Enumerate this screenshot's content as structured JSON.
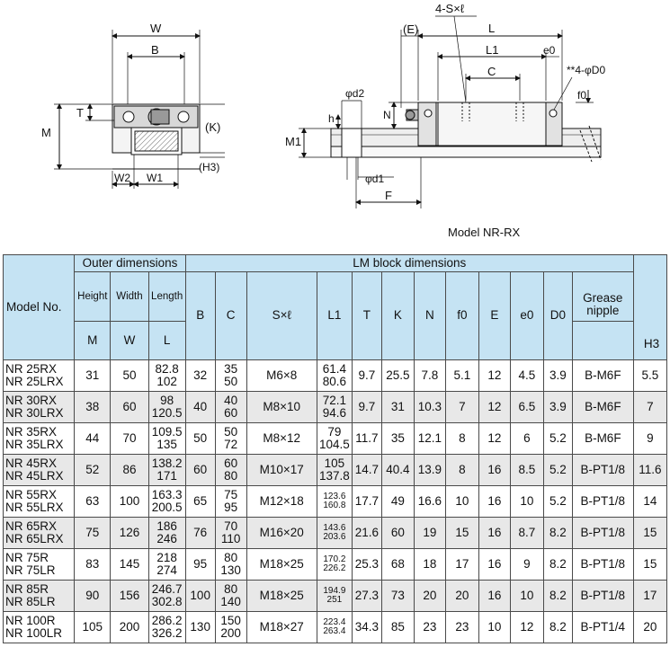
{
  "drawing": {
    "front_labels": {
      "W": "W",
      "B": "B",
      "T": "T",
      "M": "M",
      "K": "(K)",
      "H3": "(H3)",
      "W2": "W2",
      "W1": "W1"
    },
    "side_labels": {
      "SxL": "4-S×ℓ",
      "E": "(E)",
      "L": "L",
      "L1": "L1",
      "C": "C",
      "e0": "e0",
      "D0": "**4-φD0",
      "f0": "f0",
      "d2": "φd2",
      "h": "h",
      "N": "N",
      "M1": "M1",
      "d1": "φd1",
      "F": "F"
    }
  },
  "caption": "Model NR-RX",
  "table": {
    "group_outer": "Outer dimensions",
    "group_lm": "LM block dimensions",
    "model_header": "Model No.",
    "height_label": "Height",
    "width_label": "Width",
    "length_label": "Length",
    "grease_label": "Grease nipple",
    "symbols": {
      "M": "M",
      "W": "W",
      "L": "L",
      "B": "B",
      "C": "C",
      "SxL": "S×ℓ",
      "L1": "L1",
      "T": "T",
      "K": "K",
      "N": "N",
      "f0": "f0",
      "E": "E",
      "e0": "e0",
      "D0": "D0",
      "H3": "H3"
    },
    "rows": [
      {
        "model1": "NR 25RX",
        "model2": "NR 25LRX",
        "M": "31",
        "W": "50",
        "L1v": "82.8",
        "L2v": "102",
        "B": "32",
        "C1": "35",
        "C2": "50",
        "S": "M6×8",
        "La": "61.4",
        "Lb": "80.6",
        "T": "9.7",
        "K": "25.5",
        "N": "7.8",
        "f0": "5.1",
        "E": "12",
        "e0": "4.5",
        "D0": "3.9",
        "G": "B-M6F",
        "H3": "5.5"
      },
      {
        "model1": "NR 30RX",
        "model2": "NR 30LRX",
        "M": "38",
        "W": "60",
        "L1v": "98",
        "L2v": "120.5",
        "B": "40",
        "C1": "40",
        "C2": "60",
        "S": "M8×10",
        "La": "72.1",
        "Lb": "94.6",
        "T": "9.7",
        "K": "31",
        "N": "10.3",
        "f0": "7",
        "E": "12",
        "e0": "6.5",
        "D0": "3.9",
        "G": "B-M6F",
        "H3": "7"
      },
      {
        "model1": "NR 35RX",
        "model2": "NR 35LRX",
        "M": "44",
        "W": "70",
        "L1v": "109.5",
        "L2v": "135",
        "B": "50",
        "C1": "50",
        "C2": "72",
        "S": "M8×12",
        "La": "79",
        "Lb": "104.5",
        "T": "11.7",
        "K": "35",
        "N": "12.1",
        "f0": "8",
        "E": "12",
        "e0": "6",
        "D0": "5.2",
        "G": "B-M6F",
        "H3": "9"
      },
      {
        "model1": "NR 45RX",
        "model2": "NR 45LRX",
        "M": "52",
        "W": "86",
        "L1v": "138.2",
        "L2v": "171",
        "B": "60",
        "C1": "60",
        "C2": "80",
        "S": "M10×17",
        "La": "105",
        "Lb": "137.8",
        "T": "14.7",
        "K": "40.4",
        "N": "13.9",
        "f0": "8",
        "E": "16",
        "e0": "8.5",
        "D0": "5.2",
        "G": "B-PT1/8",
        "H3": "11.6"
      },
      {
        "model1": "NR 55RX",
        "model2": "NR 55LRX",
        "M": "63",
        "W": "100",
        "L1v": "163.3",
        "L2v": "200.5",
        "B": "65",
        "C1": "75",
        "C2": "95",
        "S": "M12×18",
        "La": "123.6",
        "Lb": "160.8",
        "T": "17.7",
        "K": "49",
        "N": "16.6",
        "f0": "10",
        "E": "16",
        "e0": "10",
        "D0": "5.2",
        "G": "B-PT1/8",
        "H3": "14"
      },
      {
        "model1": "NR 65RX",
        "model2": "NR 65LRX",
        "M": "75",
        "W": "126",
        "L1v": "186",
        "L2v": "246",
        "B": "76",
        "C1": "70",
        "C2": "110",
        "S": "M16×20",
        "La": "143.6",
        "Lb": "203.6",
        "T": "21.6",
        "K": "60",
        "N": "19",
        "f0": "15",
        "E": "16",
        "e0": "8.7",
        "D0": "8.2",
        "G": "B-PT1/8",
        "H3": "15"
      },
      {
        "model1": "NR 75R",
        "model2": "NR 75LR",
        "M": "83",
        "W": "145",
        "L1v": "218",
        "L2v": "274",
        "B": "95",
        "C1": "80",
        "C2": "130",
        "S": "M18×25",
        "La": "170.2",
        "Lb": "226.2",
        "T": "25.3",
        "K": "68",
        "N": "18",
        "f0": "17",
        "E": "16",
        "e0": "9",
        "D0": "8.2",
        "G": "B-PT1/8",
        "H3": "15"
      },
      {
        "model1": "NR 85R",
        "model2": "NR 85LR",
        "M": "90",
        "W": "156",
        "L1v": "246.7",
        "L2v": "302.8",
        "B": "100",
        "C1": "80",
        "C2": "140",
        "S": "M18×25",
        "La": "194.9",
        "Lb": "251",
        "T": "27.3",
        "K": "73",
        "N": "20",
        "f0": "20",
        "E": "16",
        "e0": "10",
        "D0": "8.2",
        "G": "B-PT1/8",
        "H3": "17"
      },
      {
        "model1": "NR 100R",
        "model2": "NR 100LR",
        "M": "105",
        "W": "200",
        "L1v": "286.2",
        "L2v": "326.2",
        "B": "130",
        "C1": "150",
        "C2": "200",
        "S": "M18×27",
        "La": "223.4",
        "Lb": "263.4",
        "T": "34.3",
        "K": "85",
        "N": "23",
        "f0": "23",
        "E": "10",
        "e0": "12",
        "D0": "8.2",
        "G": "B-PT1/4",
        "H3": "20"
      }
    ]
  }
}
